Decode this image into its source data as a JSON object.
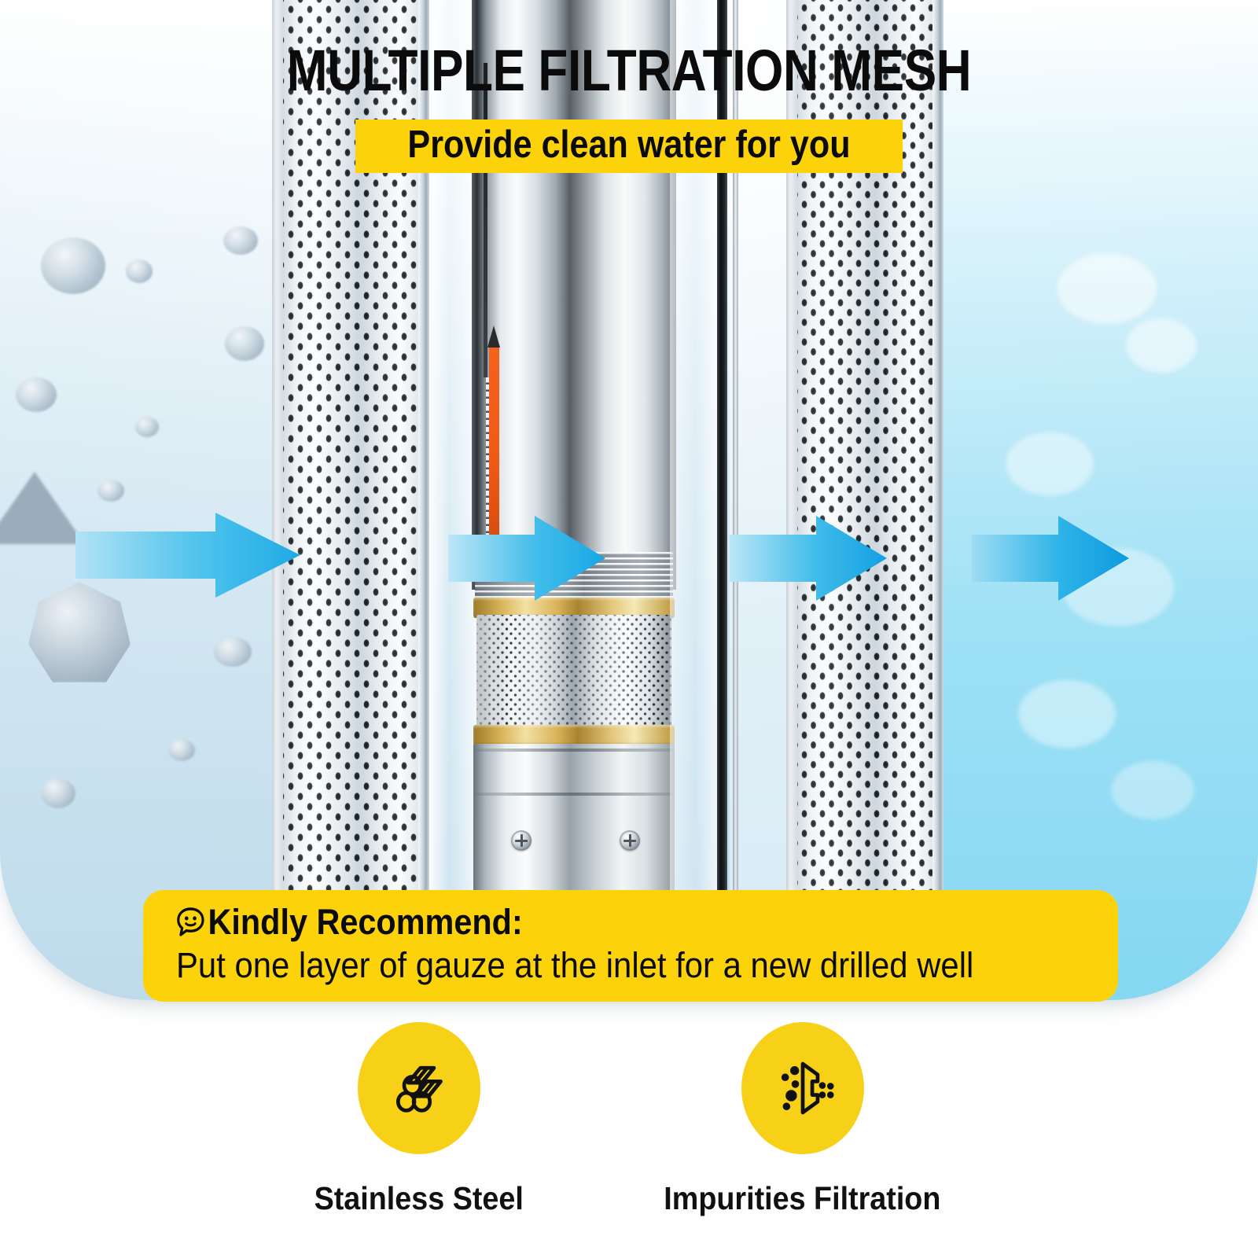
{
  "header": {
    "title": "MULTIPLE FILTRATION MESH",
    "subtitle": "Provide clean water for you",
    "subtitle_bg": "#FCD20A"
  },
  "hero": {
    "alt": "Submersible well pump with perforated stainless filtration mesh panels and blue water-flow arrows",
    "arrow_color": "#29ABE2",
    "arrow_count": 4,
    "left_side": "dirty water with grey impurity particles",
    "right_side": "clean cyan water"
  },
  "callout": {
    "icon": "smiley-speech-bubble-icon",
    "heading": "Kindly Recommend:",
    "body": "Put one layer of gauze at the inlet for a new drilled well",
    "bg": "#FCD20A"
  },
  "features": [
    {
      "icon": "steel-bars-icon",
      "label": "Stainless Steel",
      "badge_color": "#F7D117"
    },
    {
      "icon": "impurities-filter-icon",
      "label": "Impurities Filtration",
      "badge_color": "#F7D117"
    }
  ]
}
